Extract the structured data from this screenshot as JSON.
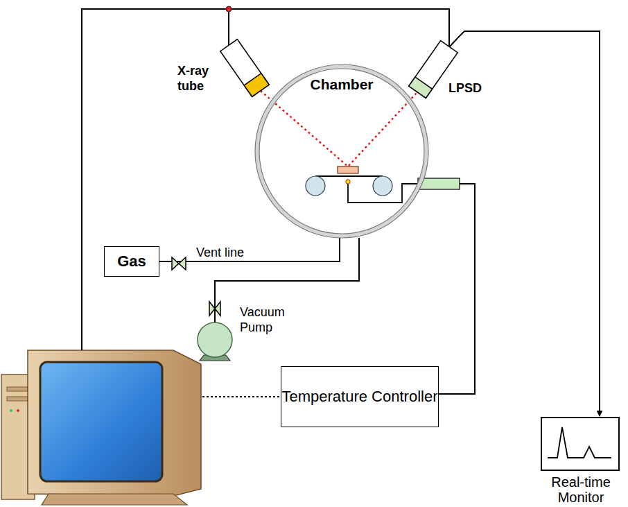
{
  "diagram": {
    "nodes": [
      {
        "text": [
          "X-ray tube"
        ]
      },
      {
        "text": [
          "Chamber"
        ]
      },
      {
        "text": [
          "LPSD"
        ]
      },
      {
        "text": [
          "Gas"
        ]
      },
      {
        "text": [
          "Vacuum Pump"
        ]
      },
      {
        "text": [
          "Temperature Controller"
        ]
      },
      {
        "text": [
          "Real-time Monitor"
        ]
      }
    ],
    "edges": [
      {
        "from": 0,
        "to": 2,
        "arrow": "none"
      },
      {
        "from": 3,
        "to": 1,
        "label": "Vent line",
        "arrow": "none"
      },
      {
        "from": 4,
        "to": 1,
        "arrow": "none"
      },
      {
        "from": 5,
        "to": 1,
        "arrow": "none"
      },
      {
        "from": 2,
        "to": 6,
        "arrow": "to"
      }
    ]
  }
}
